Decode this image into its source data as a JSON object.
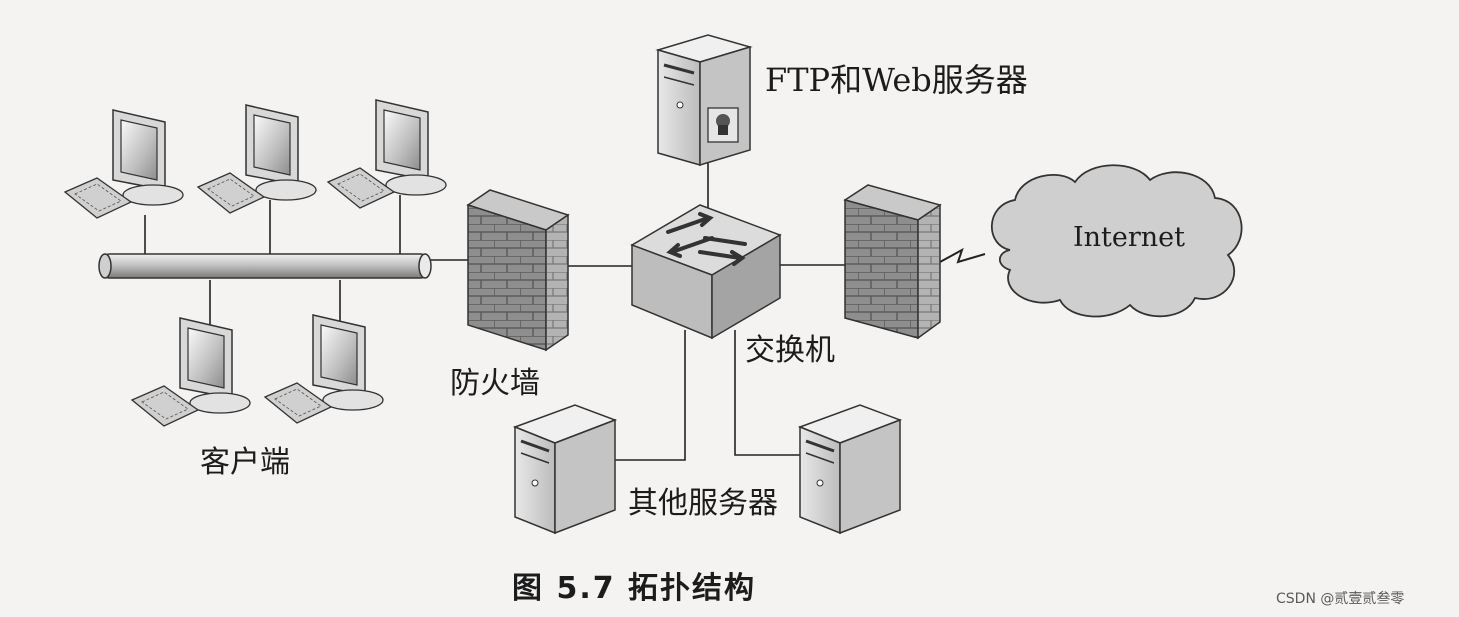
{
  "diagram": {
    "nodes": {
      "ftp_web_server": "FTP和Web服务器",
      "internet": "Internet",
      "firewall": "防火墙",
      "switch": "交换机",
      "clients": "客户端",
      "other_servers": "其他服务器"
    },
    "caption": "图 5.7    拓扑结构"
  },
  "watermark": "CSDN @贰壹贰叁零"
}
